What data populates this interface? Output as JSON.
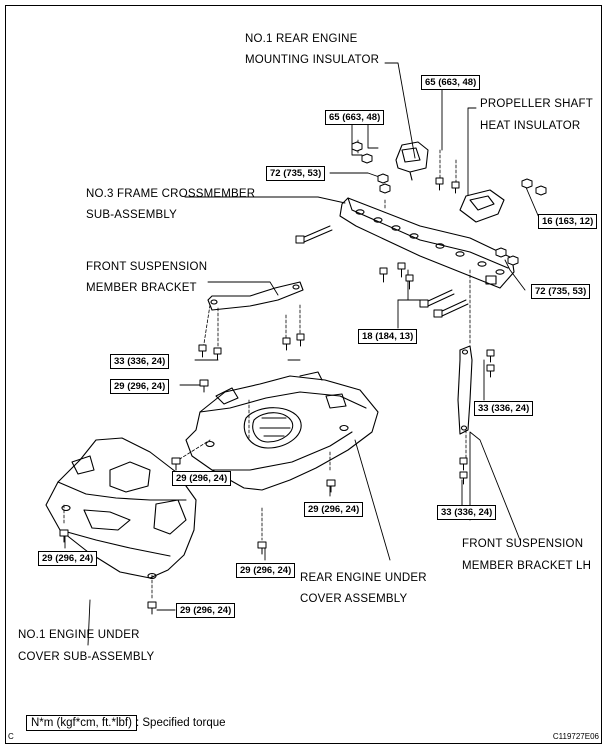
{
  "labels": {
    "rear_mount_1": "NO.1 REAR ENGINE",
    "rear_mount_2": "MOUNTING INSULATOR",
    "prop_1": "PROPELLER SHAFT",
    "prop_2": "HEAT INSULATOR",
    "frame_1": "NO.3 FRAME CROSSMEMBER",
    "frame_2": "SUB-ASSEMBLY",
    "fsm_1": "FRONT SUSPENSION",
    "fsm_2": "MEMBER BRACKET",
    "fsmlh_1": "FRONT SUSPENSION",
    "fsmlh_2": "MEMBER BRACKET LH",
    "rear_cover_1": "REAR ENGINE UNDER",
    "rear_cover_2": "COVER ASSEMBLY",
    "no1_cover_1": "NO.1 ENGINE UNDER",
    "no1_cover_2": "COVER SUB-ASSEMBLY"
  },
  "torques": {
    "t65a": "65 (663, 48)",
    "t65b": "65 (663, 48)",
    "t72a": "72 (735, 53)",
    "t16": "16 (163, 12)",
    "t72b": "72 (735, 53)",
    "t18": "18 (184, 13)",
    "t33a": "33 (336, 24)",
    "t29a": "29 (296, 24)",
    "t33b": "33 (336, 24)",
    "t29b": "29 (296, 24)",
    "t29c": "29 (296, 24)",
    "t33c": "33 (336, 24)",
    "t29d": "29 (296, 24)",
    "t29e": "29 (296, 24)",
    "t29f": "29 (296, 24)"
  },
  "legend": {
    "unit": "N*m (kgf*cm, ft.*lbf)",
    "description": ": Specified torque"
  },
  "footer": {
    "corner": "C",
    "code": "C119727E06"
  }
}
